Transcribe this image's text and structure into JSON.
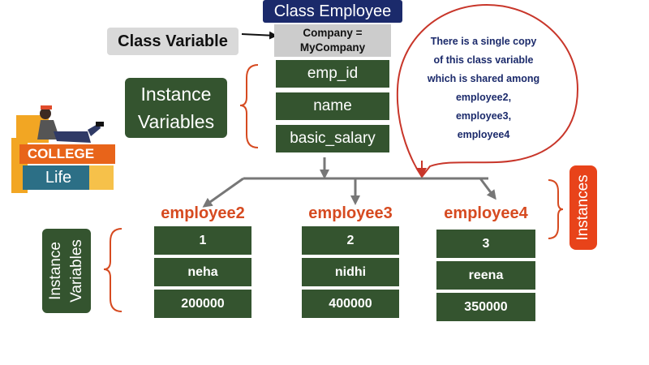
{
  "class_title": "Class Employee",
  "class_variable_label": "Class Variable",
  "class_variable": {
    "line1": "Company =",
    "line2": "MyCompany"
  },
  "instance_fields": [
    "emp_id",
    "name",
    "basic_salary"
  ],
  "instance_variables_label": {
    "line1": "Instance",
    "line2": "Variables"
  },
  "callout_lines": [
    "There is a single copy",
    "of this class variable",
    "which is shared among",
    "employee2,",
    "employee3,",
    "employee4"
  ],
  "instances_label": "Instances",
  "employees": [
    {
      "name": "employee2",
      "values": [
        "1",
        "neha",
        "200000"
      ]
    },
    {
      "name": "employee3",
      "values": [
        "2",
        "nidhi",
        "400000"
      ]
    },
    {
      "name": "employee4",
      "values": [
        "3",
        "reena",
        "350000"
      ]
    }
  ],
  "logo": {
    "word1": "COLLEGE",
    "word2": "Life"
  },
  "colors": {
    "title_bg": "#1b2a6b",
    "field_green": "#34542f",
    "employee_title": "#d64a20",
    "bubble_outline": "#c8362a",
    "instances_bg": "#e8431a",
    "connector_gray": "#777777",
    "class_var_bg": "#cccccc"
  }
}
